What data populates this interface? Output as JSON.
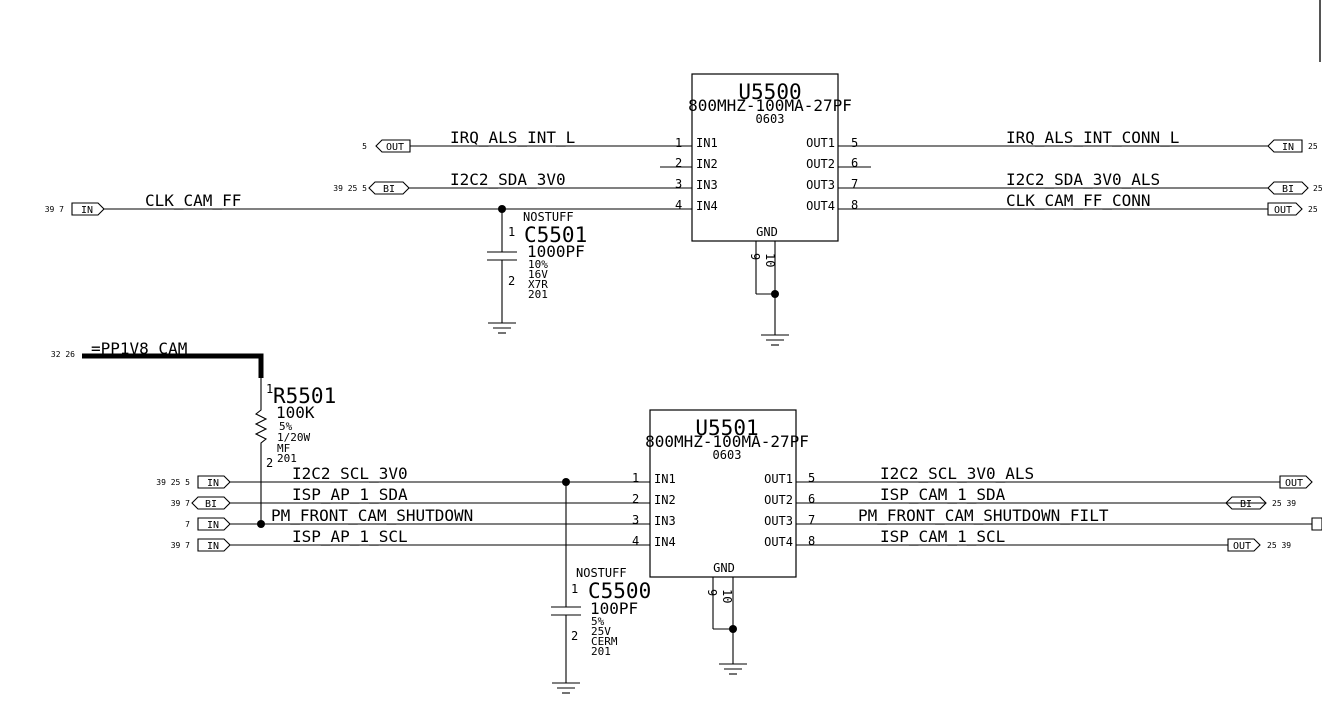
{
  "u5500": {
    "refdes": "U5500",
    "value": "800MHZ-100MA-27PF",
    "package": "0603",
    "pins_left": [
      {
        "num": "1",
        "name": "IN1"
      },
      {
        "num": "2",
        "name": "IN2"
      },
      {
        "num": "3",
        "name": "IN3"
      },
      {
        "num": "4",
        "name": "IN4"
      }
    ],
    "pins_right": [
      {
        "num": "5",
        "name": "OUT1"
      },
      {
        "num": "6",
        "name": "OUT2"
      },
      {
        "num": "7",
        "name": "OUT3"
      },
      {
        "num": "8",
        "name": "OUT4"
      }
    ],
    "gnd_label": "GND",
    "gnd_pins": [
      "9",
      "10"
    ]
  },
  "u5501": {
    "refdes": "U5501",
    "value": "800MHZ-100MA-27PF",
    "package": "0603",
    "pins_left": [
      {
        "num": "1",
        "name": "IN1"
      },
      {
        "num": "2",
        "name": "IN2"
      },
      {
        "num": "3",
        "name": "IN3"
      },
      {
        "num": "4",
        "name": "IN4"
      }
    ],
    "pins_right": [
      {
        "num": "5",
        "name": "OUT1"
      },
      {
        "num": "6",
        "name": "OUT2"
      },
      {
        "num": "7",
        "name": "OUT3"
      },
      {
        "num": "8",
        "name": "OUT4"
      }
    ],
    "gnd_label": "GND",
    "gnd_pins": [
      "9",
      "10"
    ]
  },
  "c5501": {
    "stuff": "NOSTUFF",
    "refdes": "C5501",
    "value": "1000PF",
    "specs": [
      "10%",
      "16V",
      "X7R",
      "201"
    ],
    "pins": [
      "1",
      "2"
    ]
  },
  "c5500": {
    "stuff": "NOSTUFF",
    "refdes": "C5500",
    "value": "100PF",
    "specs": [
      "5%",
      "25V",
      "CERM",
      "201"
    ],
    "pins": [
      "1",
      "2"
    ]
  },
  "r5501": {
    "refdes": "R5501",
    "value": "100K",
    "specs": [
      "5%",
      "1/20W",
      "MF",
      "201"
    ],
    "pins": [
      "1",
      "2"
    ]
  },
  "power": {
    "rail": "=PP1V8_CAM",
    "xref": "32 26"
  },
  "top_nets": {
    "irq_als_int_l": "IRQ_ALS_INT_L",
    "i2c2_sda_3v0": "I2C2_SDA_3V0",
    "clk_cam_ff": "CLK_CAM_FF",
    "irq_als_int_conn_l": "IRQ_ALS_INT_CONN_L",
    "i2c2_sda_3v0_als": "I2C2_SDA_3V0_ALS",
    "clk_cam_ff_conn": "CLK_CAM_FF_CONN"
  },
  "bottom_nets": {
    "i2c2_scl_3v0": "I2C2_SCL_3V0",
    "isp_ap_1_sda": "ISP_AP_1_SDA",
    "pm_front_cam_shutdown": "PM_FRONT_CAM_SHUTDOWN",
    "isp_ap_1_scl": "ISP_AP_1_SCL",
    "i2c2_scl_3v0_als": "I2C2_SCL_3V0_ALS",
    "isp_cam_1_sda": "ISP_CAM_1_SDA",
    "pm_front_cam_shutdown_filt": "PM_FRONT_CAM_SHUTDOWN_FILT",
    "isp_cam_1_scl": "ISP_CAM_1_SCL"
  },
  "flags": {
    "out": "OUT",
    "in": "IN",
    "bi": "BI"
  },
  "xrefs": {
    "irq_als_int_l": "5",
    "i2c2_sda_3v0": "39 25 5",
    "clk_cam_ff": "39 7",
    "irq_als_int_conn_l": "25",
    "i2c2_sda_3v0_als": "25",
    "clk_cam_ff_conn": "25",
    "i2c2_scl_3v0": "39 25 5",
    "isp_ap_1_sda": "39 7",
    "pm_front_cam_shutdown": "7",
    "isp_ap_1_scl": "39 7",
    "isp_cam_1_sda": "25 39",
    "isp_cam_1_scl": "25 39"
  }
}
